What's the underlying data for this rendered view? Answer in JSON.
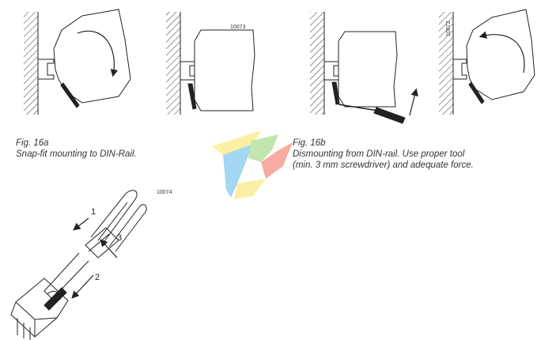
{
  "figures": {
    "fig16a": {
      "label": "Fig. 16a",
      "caption": "Snap-fit mounting to DIN-Rail."
    },
    "fig16b": {
      "label": "Fig. 16b",
      "caption_line1": "Dismounting from DIN-rail. Use proper tool",
      "caption_line2": "(min. 3 mm screwdriver) and adequate force."
    }
  },
  "drawing_codes": {
    "panel2": "10073",
    "panel4": "10072",
    "bottom": "10074"
  },
  "steps": [
    "1",
    "2",
    "3"
  ],
  "colors": {
    "line": "#222222",
    "hatch": "#333333",
    "logo_blue": "#58b8e8",
    "logo_green": "#8fd46a",
    "logo_red": "#f06a55",
    "logo_yellow": "#f6e35a"
  }
}
